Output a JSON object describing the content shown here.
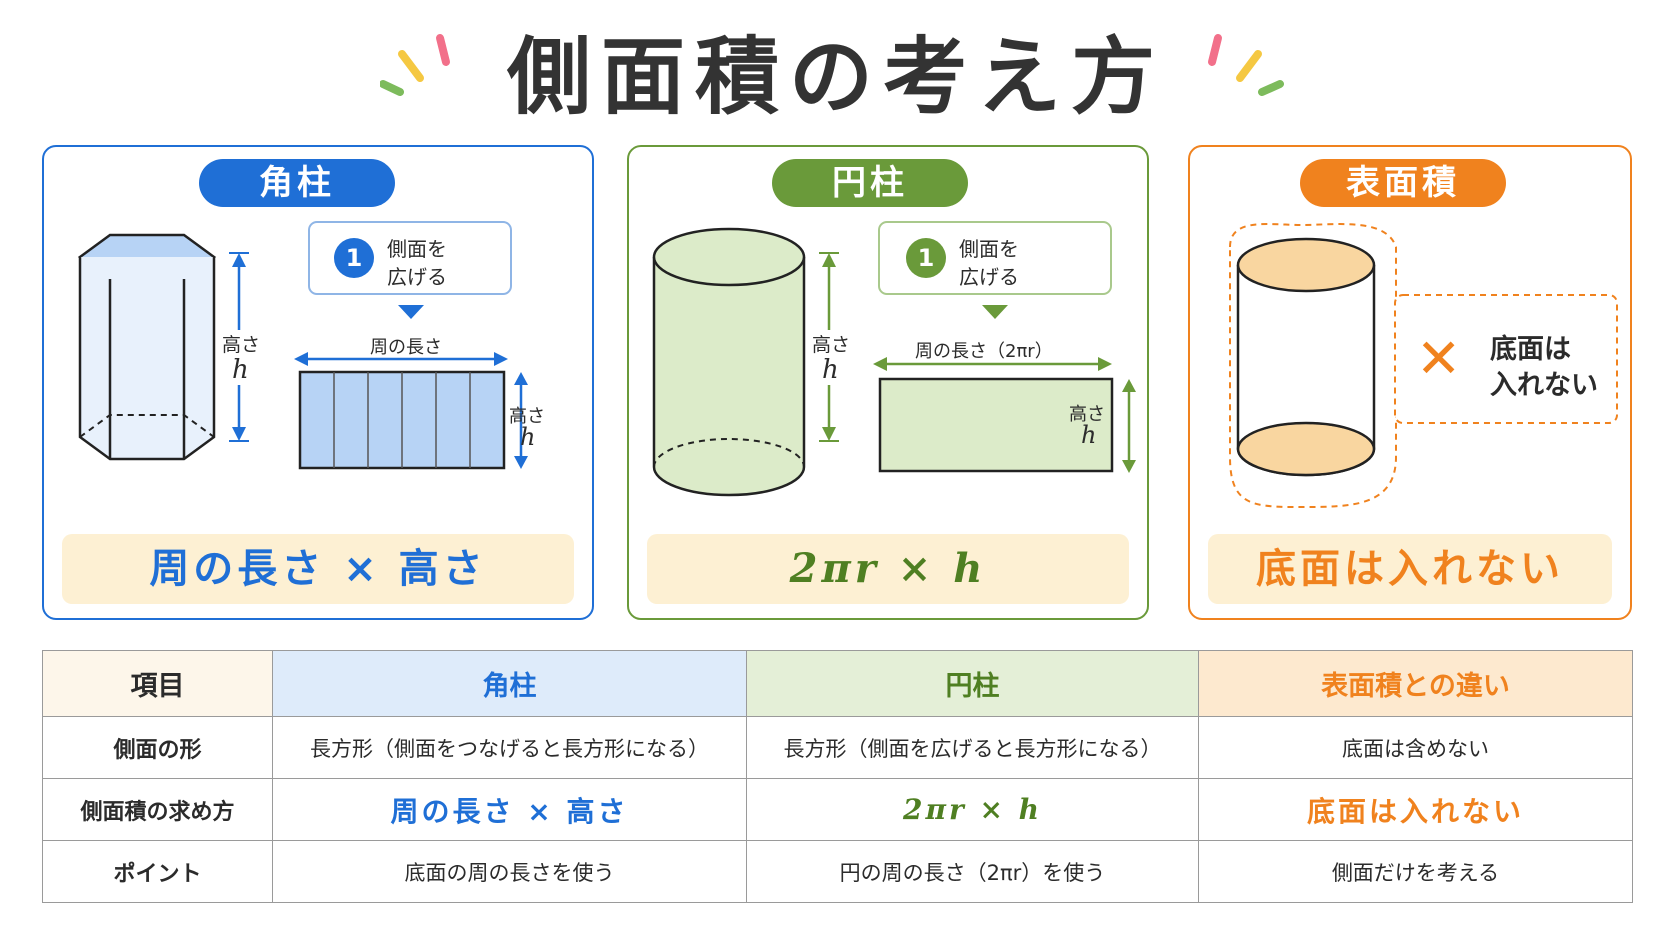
{
  "title": "側面積の考え方",
  "colors": {
    "blue": "#1f6fd6",
    "green": "#6a9a3a",
    "orange": "#f0821e",
    "formula_bg": "#fdf0d3"
  },
  "panels": {
    "prism": {
      "label": "角柱",
      "step_number": "1",
      "step_line1": "側面を",
      "step_line2": "広げる",
      "height_label": "高さ",
      "height_var": "h",
      "perimeter_label": "周の長さ",
      "formula": "周の長さ × 高さ"
    },
    "cylinder": {
      "label": "円柱",
      "step_number": "1",
      "step_line1": "側面を",
      "step_line2": "広げる",
      "height_label": "高さ",
      "height_var": "h",
      "perimeter_label": "周の長さ（2πr）",
      "formula": "2πr × h"
    },
    "surface": {
      "label": "表面積",
      "cross_icon": "✕",
      "note_line1": "底面は",
      "note_line2": "入れない",
      "formula": "底面は入れない"
    }
  },
  "table": {
    "headers": [
      "項目",
      "角柱",
      "円柱",
      "表面積との違い"
    ],
    "rows": [
      {
        "item": "側面の形",
        "prism": "長方形（側面をつなげると長方形になる）",
        "cylinder": "長方形（側面を広げると長方形になる）",
        "diff": "底面は含めない"
      },
      {
        "item": "側面積の求め方",
        "prism": "周の長さ × 高さ",
        "cylinder": "2πr × h",
        "diff": "底面は入れない"
      },
      {
        "item": "ポイント",
        "prism": "底面の周の長さを使う",
        "cylinder": "円の周の長さ（2πr）を使う",
        "diff": "側面だけを考える"
      }
    ]
  }
}
